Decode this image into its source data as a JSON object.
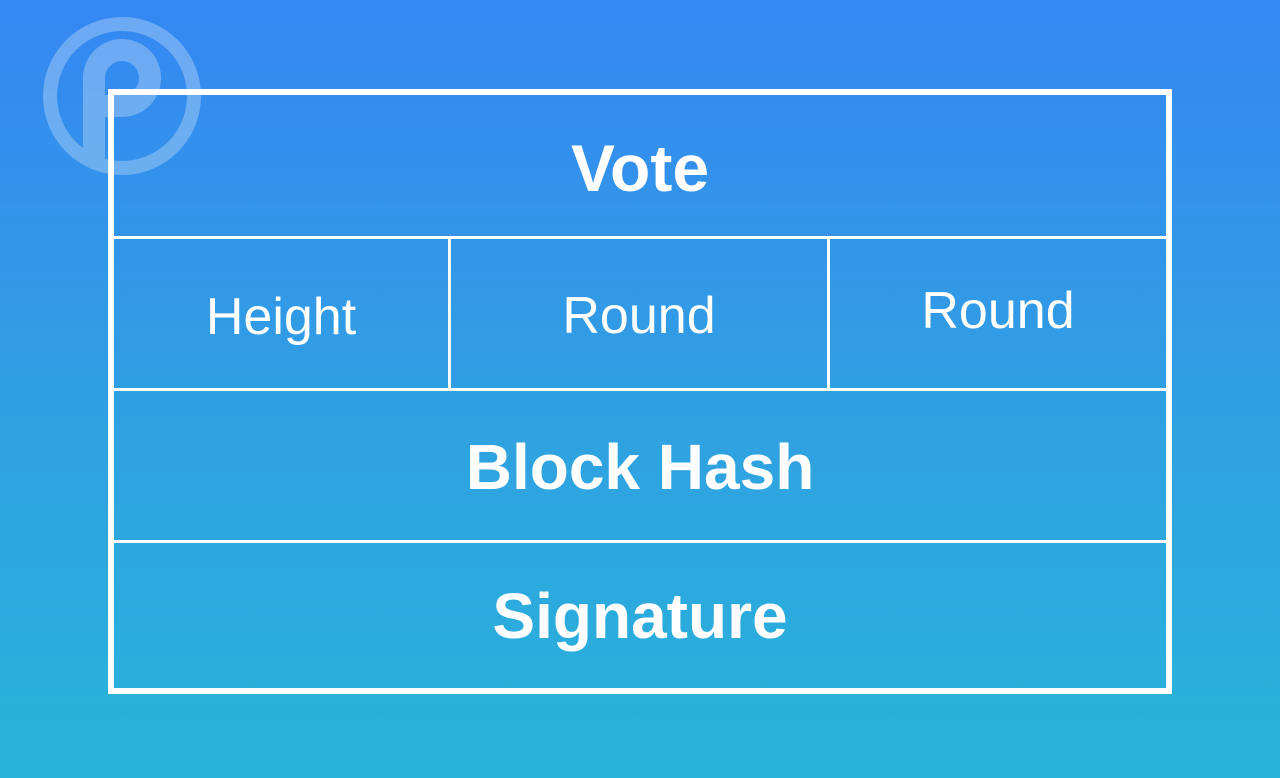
{
  "diagram": {
    "title": "Vote",
    "fields": [
      {
        "label": "Height"
      },
      {
        "label": "Round"
      },
      {
        "label": "Round"
      }
    ],
    "block_hash": "Block Hash",
    "signature": "Signature"
  },
  "watermark": {
    "icon": "circular-p-logo-icon"
  },
  "colors": {
    "background_top": "#3587f2",
    "background_bottom": "#27b4d9",
    "lines_and_text": "#ffffff"
  }
}
